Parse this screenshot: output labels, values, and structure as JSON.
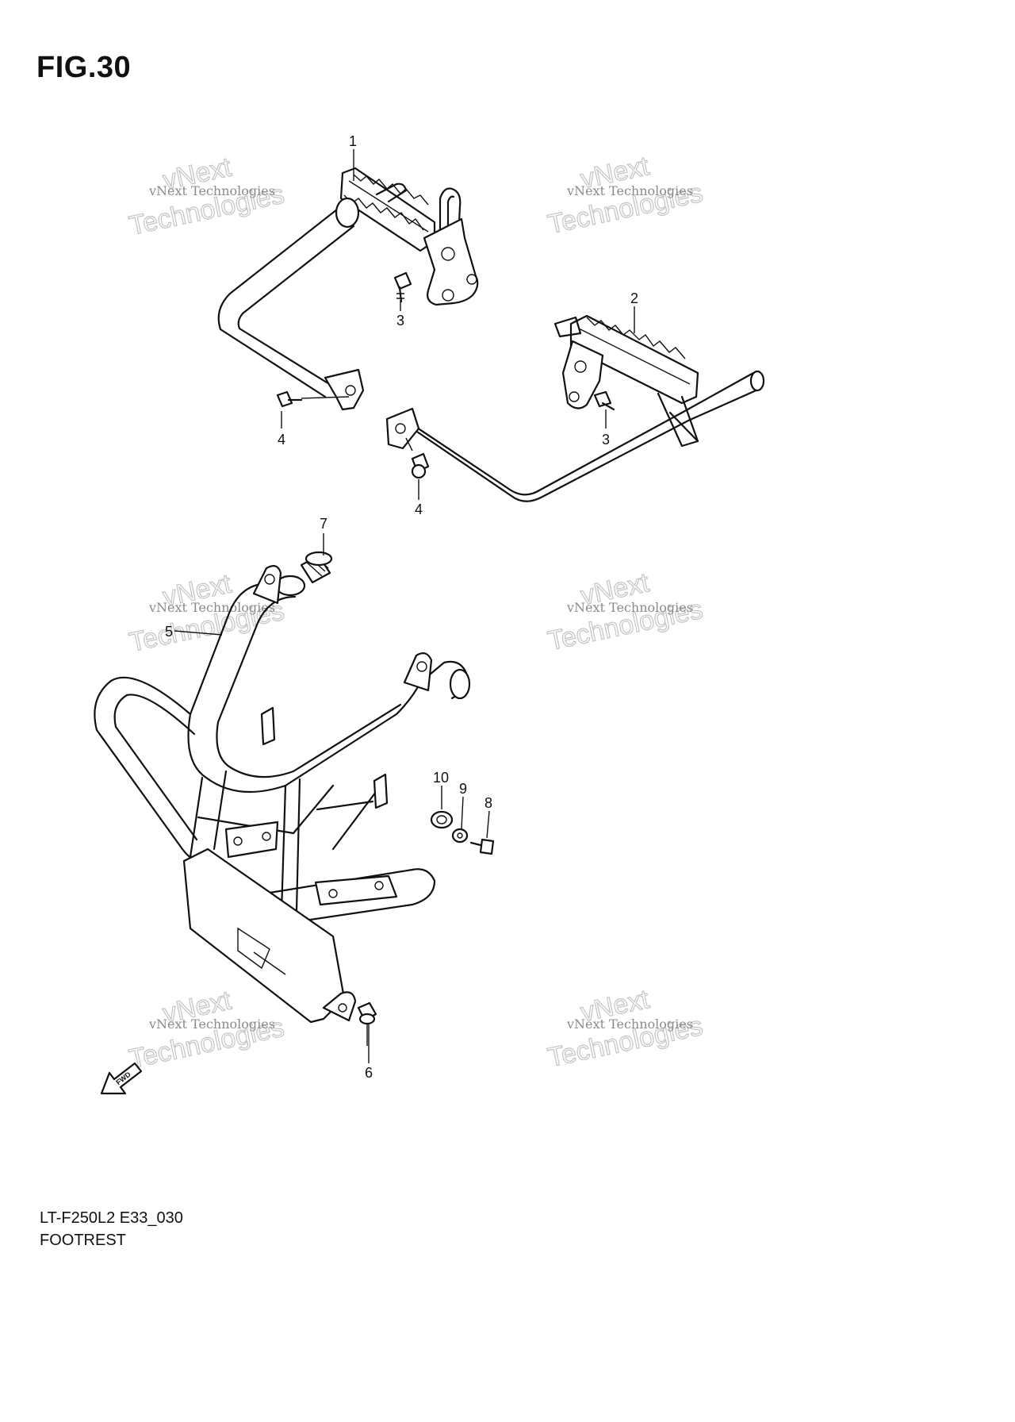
{
  "figure": {
    "title": "FIG.30"
  },
  "callouts": [
    "1",
    "2",
    "3",
    "3",
    "4",
    "4",
    "5",
    "6",
    "7",
    "8",
    "9",
    "10"
  ],
  "watermark": {
    "line1": "vNext Technologies",
    "line2": "Technologies",
    "line3": "vNext"
  },
  "fwd_label": "FWD",
  "footer": {
    "code": "LT-F250L2 E33_030",
    "name": "FOOTREST"
  }
}
